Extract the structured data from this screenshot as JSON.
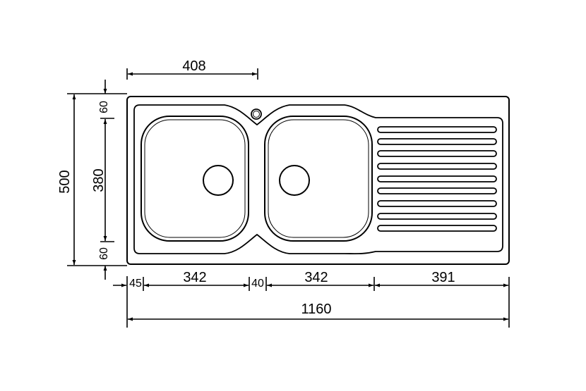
{
  "dimensions": {
    "top_width": "408",
    "height_total": "500",
    "height_bowl": "380",
    "margin_top": "60",
    "margin_bottom": "60",
    "left_offset": "45",
    "bowl_left": "342",
    "gap": "40",
    "bowl_right": "342",
    "drainer": "391",
    "total_width": "1160"
  },
  "colors": {
    "line": "#000000",
    "background": "#ffffff"
  }
}
